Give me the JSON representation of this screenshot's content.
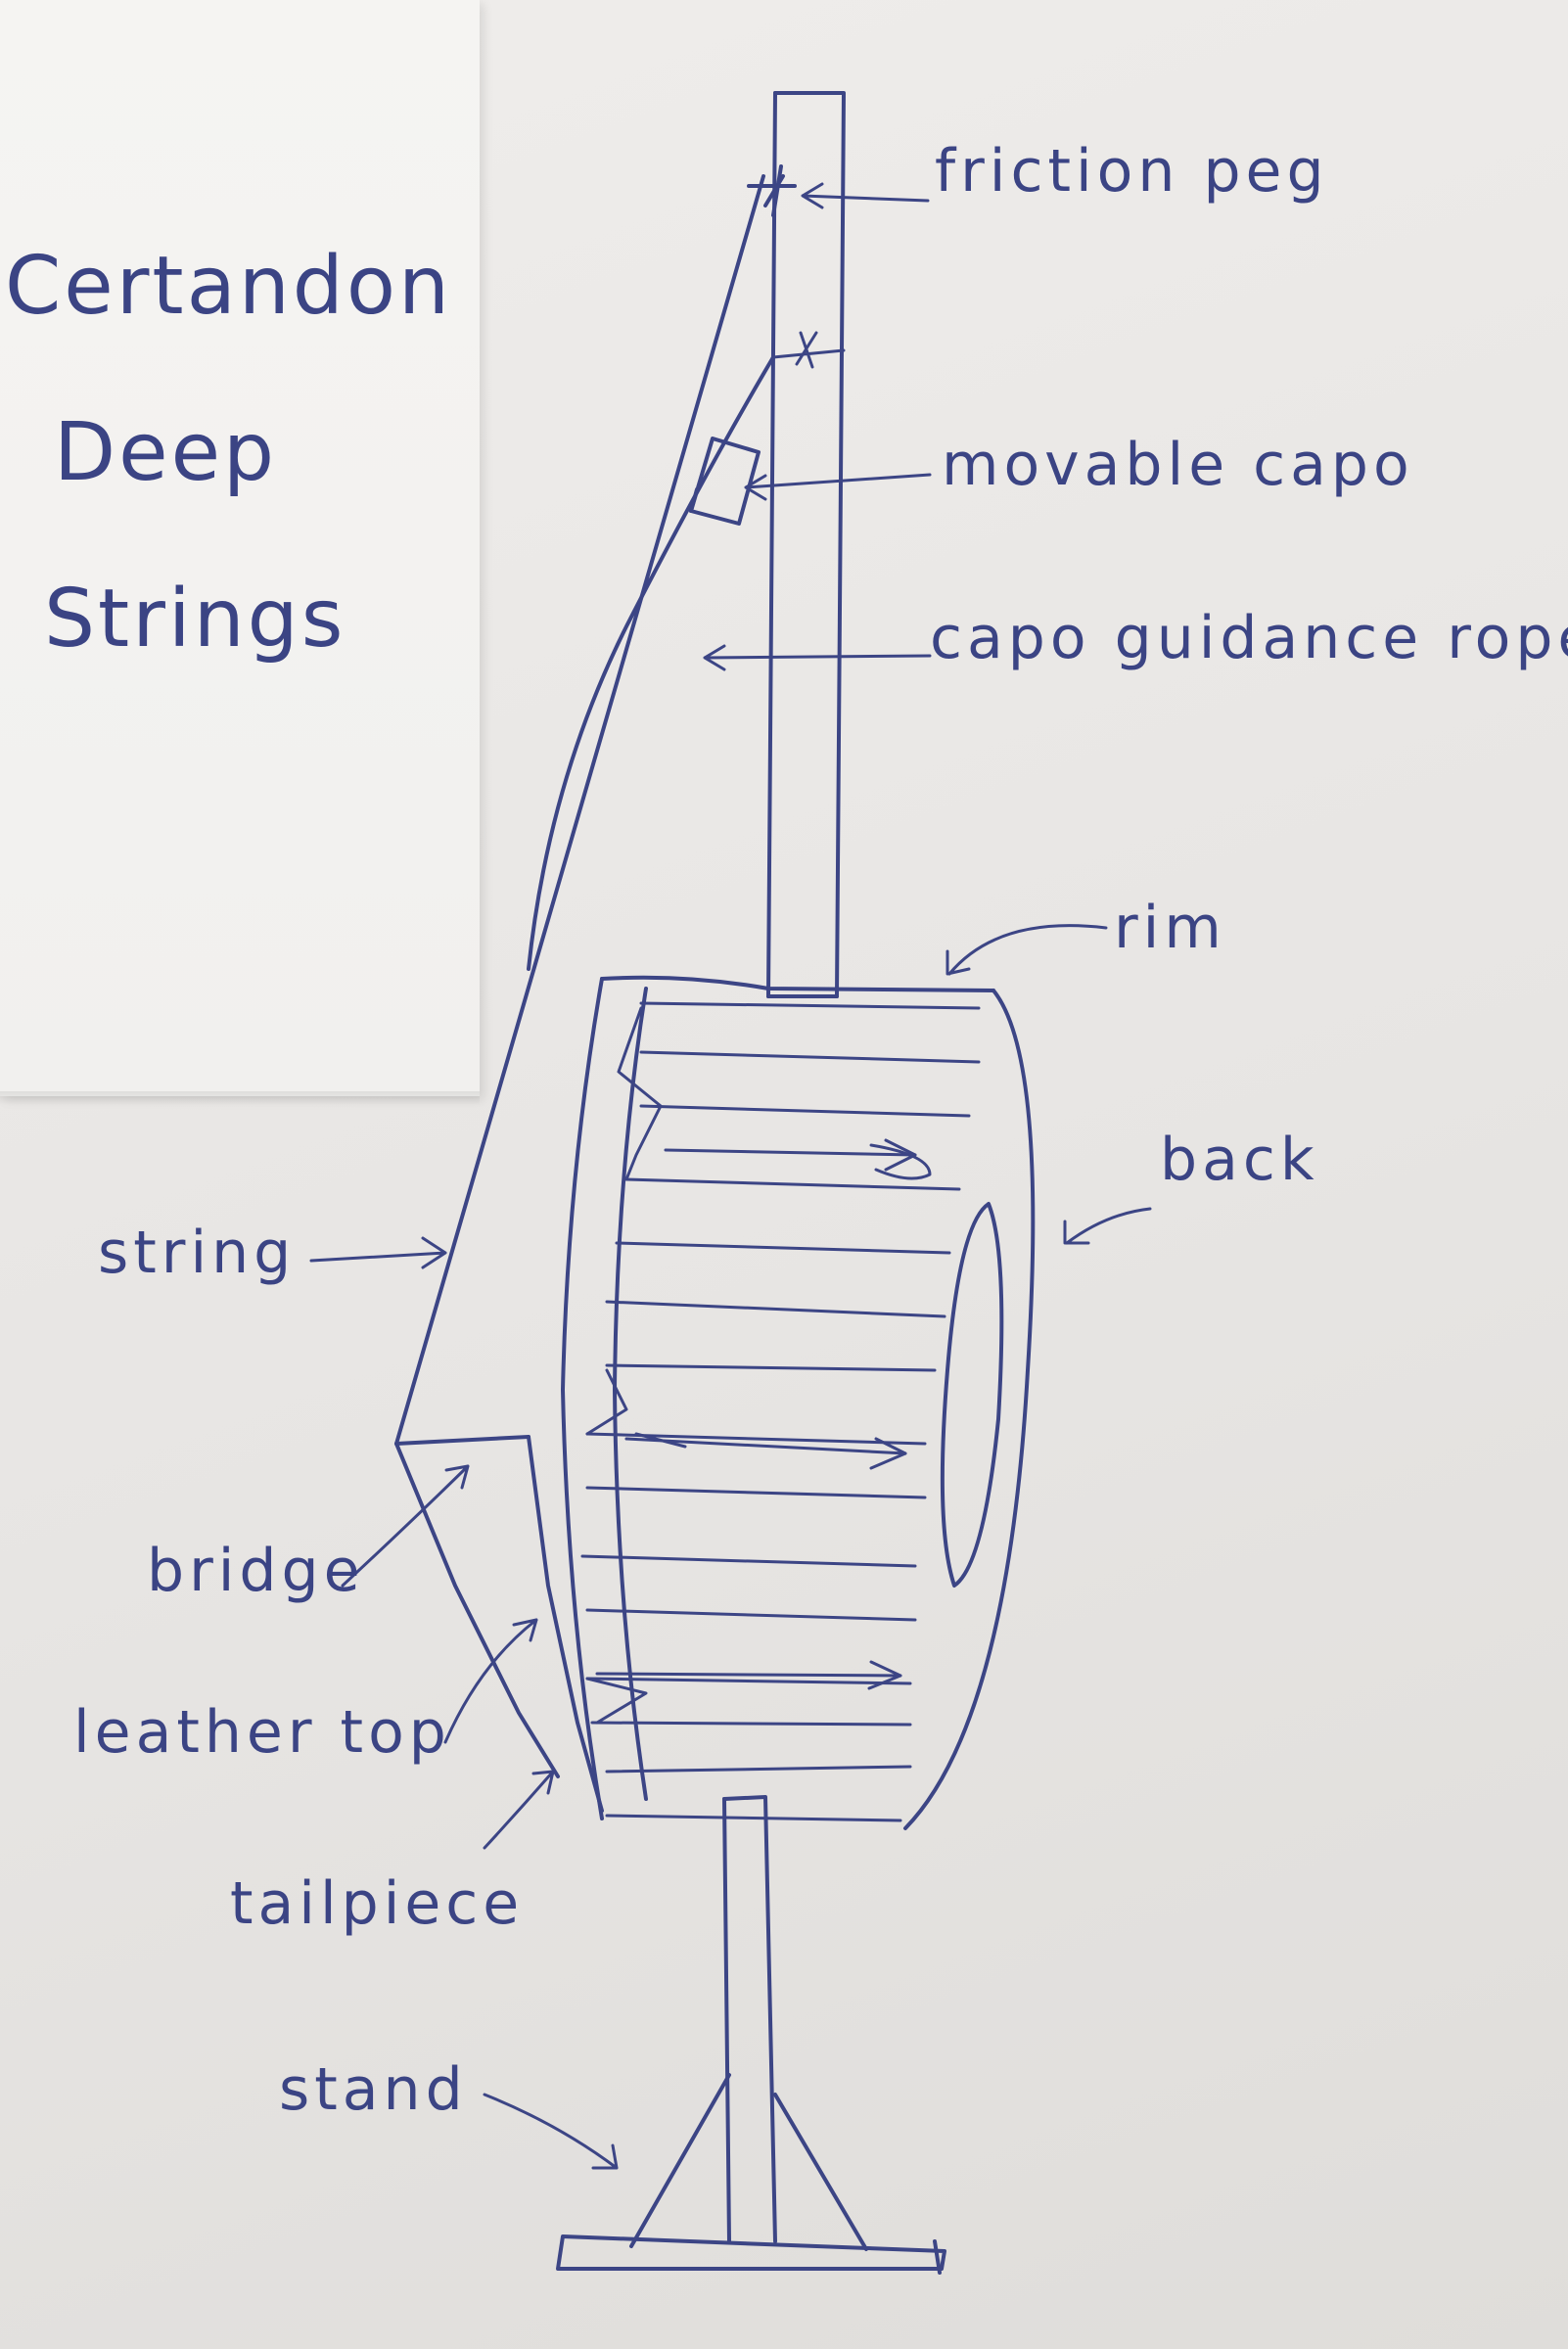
{
  "title_lines": [
    "Certandon",
    "Deep",
    "Strings"
  ],
  "labels": {
    "friction_peg": "friction peg",
    "movable_capo": "movable capo",
    "capo_guidance_rope": "capo guidance rope",
    "rim": "rim",
    "back": "back",
    "string": "string",
    "bridge": "bridge",
    "leather_top": "leather top",
    "tailpiece": "tailpiece",
    "stand": "stand"
  },
  "colors": {
    "ink": "#3c4585",
    "paper": "#f1f0ee",
    "paper_back": "#e6e4e2"
  }
}
